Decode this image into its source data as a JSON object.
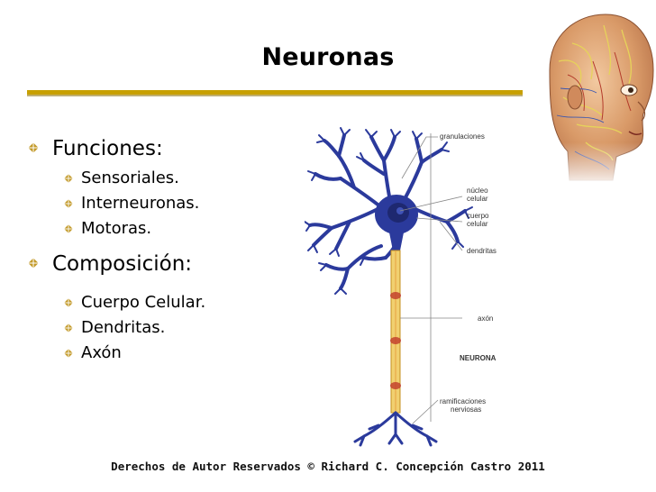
{
  "slide": {
    "title": "Neuronas",
    "footer": "Derechos de Autor Reservados © Richard C. Concepción Castro 2011"
  },
  "bullets": [
    {
      "label": "Funciones:",
      "children": [
        "Sensoriales.",
        "Interneuronas.",
        "Motoras."
      ]
    },
    {
      "label": "Composición:",
      "children": [
        "Cuerpo Celular.",
        "Dendritas.",
        "Axón"
      ]
    }
  ],
  "neuron_labels": {
    "granulaciones": "granulaciones",
    "nucleo_1": "núcleo",
    "nucleo_2": "celular",
    "cuerpo_1": "cuerpo",
    "cuerpo_2": "celular",
    "dendritas": "dendritas",
    "axon": "axón",
    "neurona": "NEURONA",
    "ramificaciones_1": "ramificaciones",
    "ramificaciones_2": "nerviosas"
  },
  "colors": {
    "accent_rule": "#c8a000",
    "bullet_diamond": "#c39a2a",
    "neuron_blue": "#2b3a9c",
    "axon_yellow": "#f1d070"
  }
}
